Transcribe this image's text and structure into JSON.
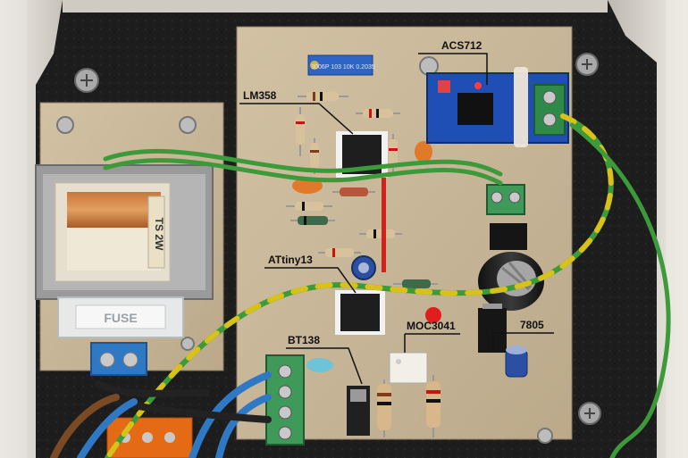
{
  "labels": {
    "acs712": "ACS712",
    "lm358": "LM358",
    "attiny13": "ATtiny13",
    "moc3041": "MOC3041",
    "bt138": "BT138",
    "reg7805": "7805"
  },
  "markings": {
    "trimmer": "3006P 103 10K 0.2035",
    "transformer": "TS 2W",
    "fuse": "FUSE"
  },
  "colors": {
    "enclosure": "#1c1c1c",
    "case_plastic": "#d9d6cf",
    "main_pcb": "#c8b79a",
    "transformer_pcb": "#b9a88c",
    "terminal_green": "#3f9a5a",
    "terminal_blue": "#2f78c4",
    "wire_green": "#3d9a3a",
    "wire_yellow": "#d8c21a",
    "sensor_board": "#1f4fb5",
    "copper": "#b8662c"
  }
}
